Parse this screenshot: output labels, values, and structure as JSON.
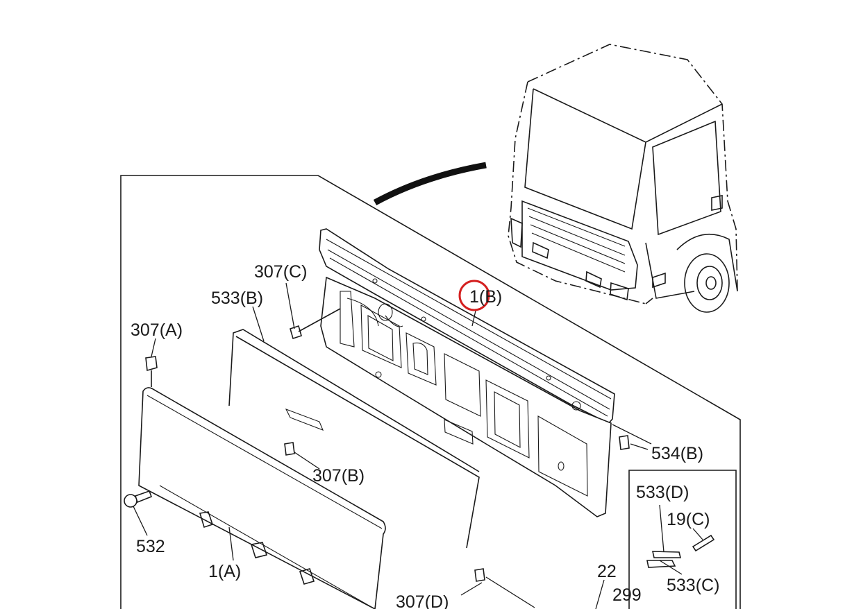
{
  "diagram": {
    "callouts": {
      "c307C": "307(C)",
      "c533B": "533(B)",
      "c307A": "307(A)",
      "c1B": "1(B)",
      "c534B": "534(B)",
      "c307B": "307(B)",
      "c532": "532",
      "c1A": "1(A)",
      "c307D": "307(D)",
      "c22": "22",
      "c299": "299",
      "c533D": "533(D)",
      "c19C": "19(C)",
      "c533C": "533(C)"
    },
    "highlight": {
      "target": "1(B)",
      "color": "#d42020"
    },
    "colors": {
      "line": "#1a1a1a",
      "background": "#ffffff"
    }
  }
}
